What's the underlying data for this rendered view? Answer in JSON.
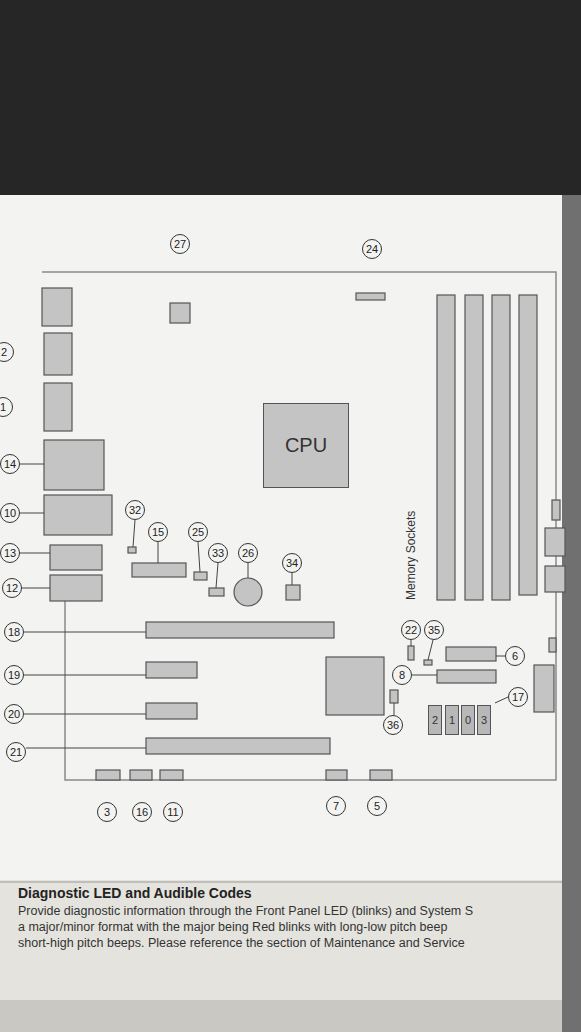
{
  "diagram": {
    "nodes": [
      {
        "text": [
          "CPU"
        ]
      },
      {
        "text": [
          "2"
        ]
      },
      {
        "text": [
          "1"
        ]
      },
      {
        "text": [
          "0"
        ]
      },
      {
        "text": [
          "3"
        ]
      }
    ],
    "labels": [
      "27",
      "24",
      "2",
      "1",
      "14",
      "10",
      "13",
      "12",
      "32",
      "15",
      "25",
      "33",
      "26",
      "34",
      "18",
      "22",
      "35",
      "6",
      "19",
      "8",
      "17",
      "20",
      "36",
      "21",
      "3",
      "16",
      "11",
      "7",
      "5",
      "Memory Sockets",
      "Diagnostic LED and Audible Codes",
      "Provide diagnostic information through the Front Panel LED (blinks) and System S",
      "a major/minor format with the major being Red blinks with long-low pitch beep",
      "short-high pitch beeps. Please reference the section of Maintenance and Service"
    ]
  }
}
